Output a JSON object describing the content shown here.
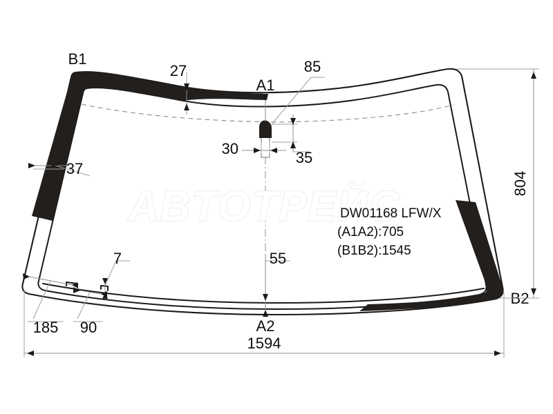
{
  "drawing": {
    "title": "Windshield glass dimensional drawing",
    "part_code": "DW01168 LFW/X",
    "spec_a1a2": "(A1A2):705",
    "spec_b1b2": "(B1B2):1545",
    "watermark": "ABTOTPEЙC",
    "nodes": {
      "b1": "B1",
      "b2": "B2",
      "a1": "A1",
      "a2": "A2"
    },
    "dimensions": {
      "top_band": "27",
      "sensor_height": "85",
      "sensor_width": "30",
      "sensor_offset": "35",
      "left_band": "37",
      "notch_small": "7",
      "notch_mid": "90",
      "bottom_left": "185",
      "bottom_band": "55",
      "overall_height": "804",
      "overall_width": "1594"
    }
  }
}
